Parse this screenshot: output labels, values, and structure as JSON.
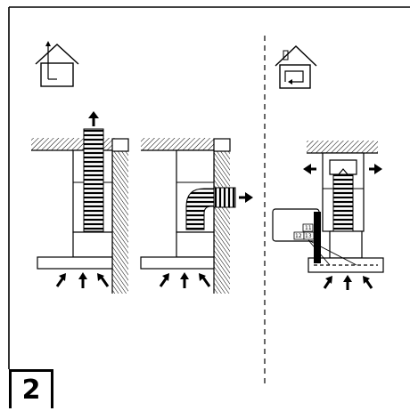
{
  "figure": {
    "step_number": "2",
    "codes": {
      "a": "11",
      "b": "12",
      "c": "13"
    }
  },
  "colors": {
    "ink": "#000000",
    "paper": "#ffffff"
  },
  "icons": [
    "house-exhaust-icon",
    "house-recirculate-icon"
  ]
}
